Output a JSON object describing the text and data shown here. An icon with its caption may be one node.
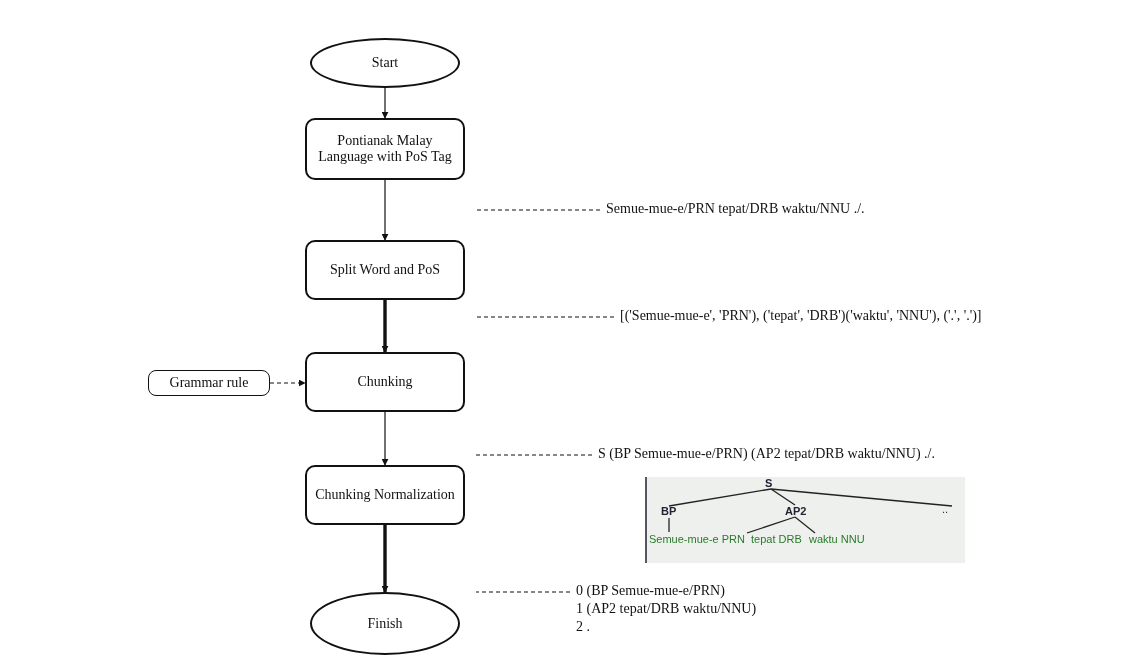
{
  "diagram": {
    "nodes": [
      {
        "text": [
          "Start"
        ]
      },
      {
        "text": [
          "Pontianak Malay Language with PoS Tag"
        ]
      },
      {
        "text": [
          "Split Word and PoS"
        ]
      },
      {
        "text": [
          "Chunking"
        ]
      },
      {
        "text": [
          "Chunking Normalization"
        ]
      },
      {
        "text": [
          "Finish"
        ]
      },
      {
        "text": [
          "Grammar rule"
        ]
      },
      {
        "text": [
          "Semue-mue-e/PRN tepat/DRB waktu/NNU ./."
        ]
      },
      {
        "text": [
          "[('Semue-mue-e', 'PRN'), ('tepat', 'DRB')('waktu', 'NNU'), ('.', '.')]"
        ]
      },
      {
        "text": [
          "S (BP Semue-mue-e/PRN) (AP2 tepat/DRB waktu/NNU) ./."
        ]
      },
      {
        "text": [
          "0 (BP Semue-mue-e/PRN)",
          "1 (AP2 tepat/DRB waktu/NNU)",
          "2 ."
        ]
      }
    ],
    "edges": [
      {
        "from": 0,
        "to": 1,
        "arrow": "to"
      },
      {
        "from": 1,
        "to": 2,
        "arrow": "to"
      },
      {
        "from": 2,
        "to": 3,
        "arrow": "to",
        "style": "thick"
      },
      {
        "from": 3,
        "to": 4,
        "arrow": "to"
      },
      {
        "from": 4,
        "to": 5,
        "arrow": "to",
        "style": "thick"
      },
      {
        "from": 6,
        "to": 3,
        "arrow": "to",
        "style": "dashed"
      },
      {
        "from": 7,
        "to": null,
        "arrow": "none",
        "style": "dashed"
      },
      {
        "from": 8,
        "to": null,
        "arrow": "none",
        "style": "dashed"
      },
      {
        "from": 9,
        "to": null,
        "arrow": "none",
        "style": "dashed"
      },
      {
        "from": 10,
        "to": null,
        "arrow": "none",
        "style": "dashed"
      }
    ],
    "labels": [
      "S",
      "BP",
      "AP2",
      "..",
      "Semue-mue-e PRN",
      "tepat DRB",
      "waktu NNU"
    ]
  }
}
